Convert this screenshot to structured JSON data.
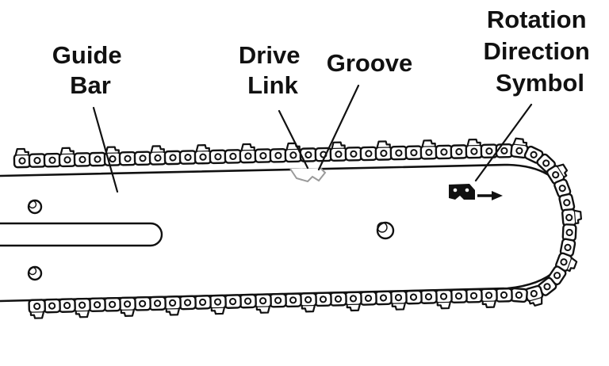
{
  "labels": {
    "guide_bar": [
      "Guide",
      "Bar"
    ],
    "drive_link": [
      "Drive",
      "Link"
    ],
    "groove": [
      "Groove"
    ],
    "rotation_direction_symbol": [
      "Rotation",
      "Direction",
      "Symbol"
    ]
  },
  "colors": {
    "ink": "#111111",
    "paper": "#ffffff",
    "groove_highlight": "#9a9a9a"
  },
  "icons": {
    "rotation_symbol": "chain-cutter-with-arrow-icon",
    "drive_link": "drive-link-outline-icon"
  }
}
